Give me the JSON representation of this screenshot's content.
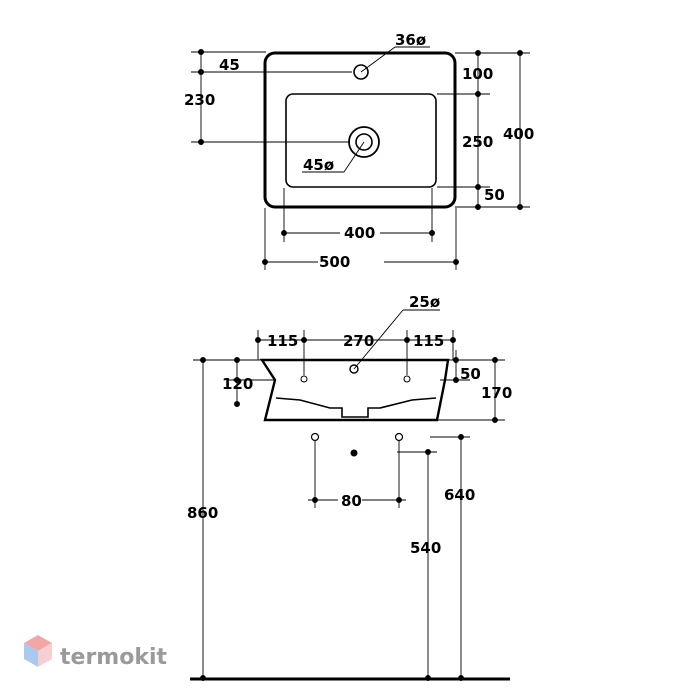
{
  "plan_view": {
    "tap_hole": "36ø",
    "tap_offset": "45",
    "drain_height": "230",
    "drain": "45ø",
    "back_margin": "100",
    "basin_depth": "250",
    "front_margin": "50",
    "total_depth": "400",
    "inner_width": "400",
    "total_width": "500"
  },
  "front_view": {
    "overflow": "25ø",
    "left_offset": "115",
    "hole_spacing": "270",
    "right_offset": "115",
    "rim_height": "50",
    "side_height": "120",
    "total_height": "170",
    "outlet_spacing": "80",
    "floor_to_top": "860",
    "floor_to_outlet": "540",
    "floor_to_bottom": "640"
  },
  "watermark": {
    "text": "termokit",
    "colors": [
      "#f2a7a7",
      "#a9c9ef",
      "#f6d0d0"
    ]
  }
}
